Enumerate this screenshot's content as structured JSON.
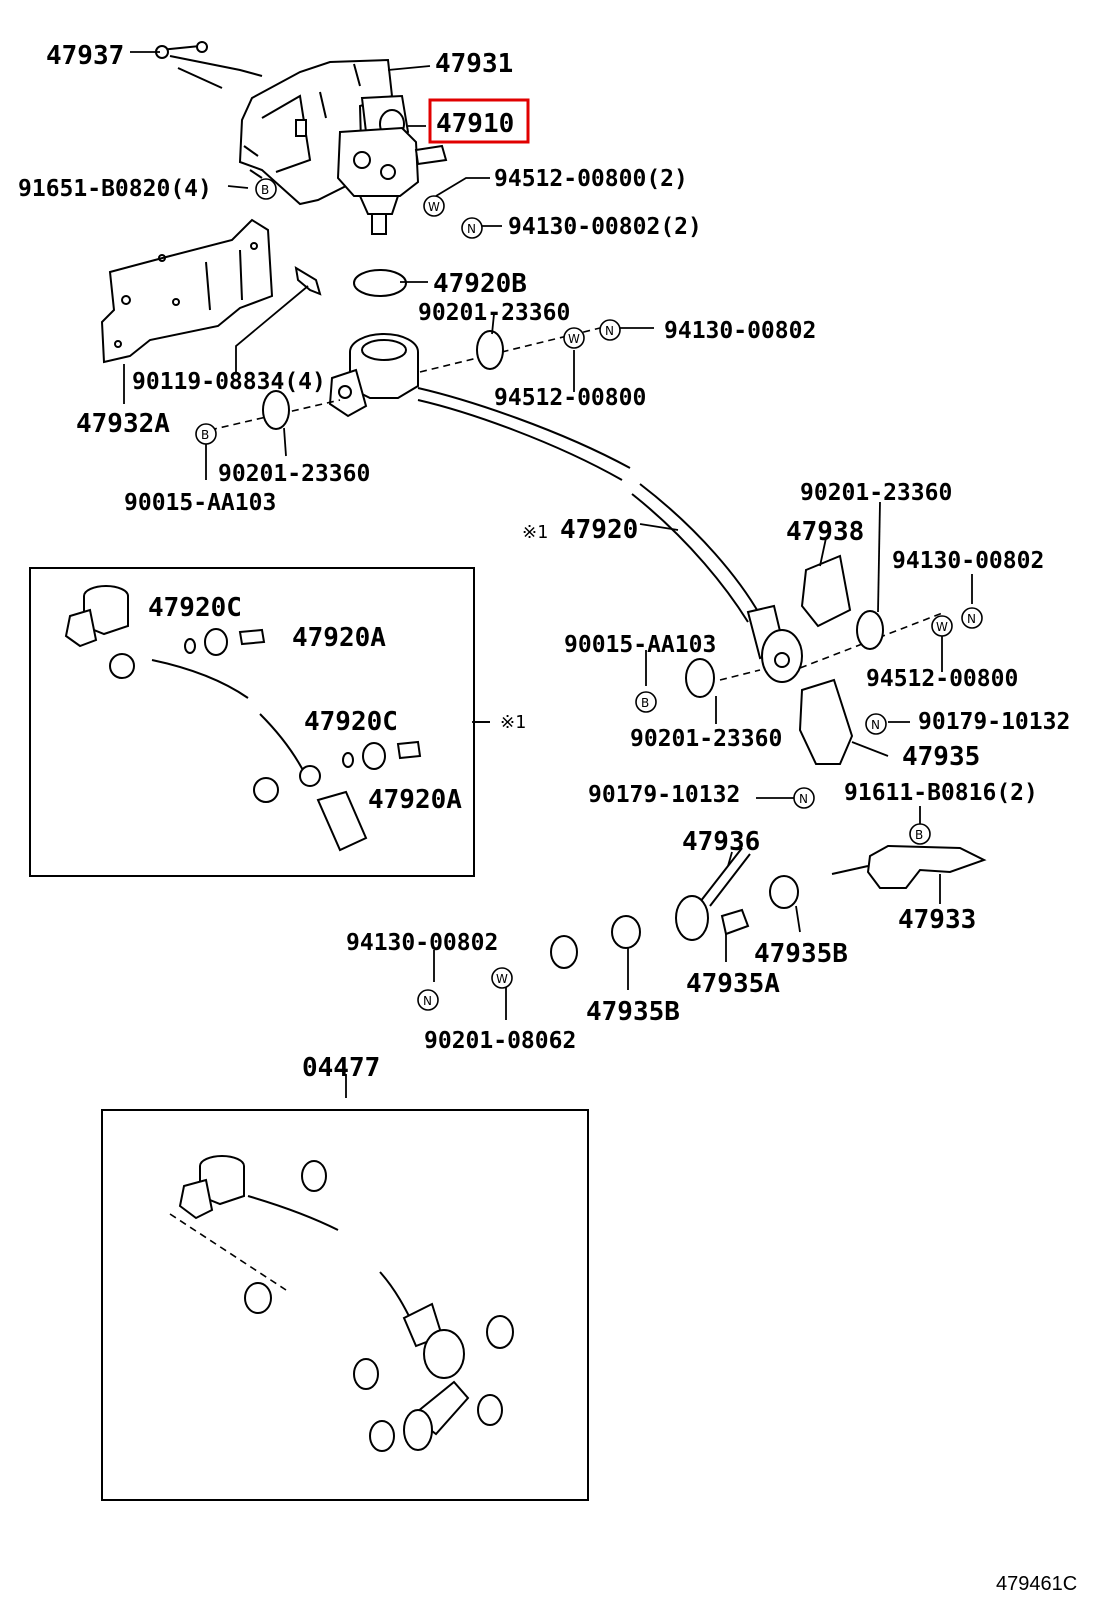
{
  "diagram": {
    "highlighted_part": "47910",
    "diagram_code": "479461C",
    "callout_symbols": [
      "B",
      "W",
      "N"
    ],
    "labels": {
      "p47937": "47937",
      "p47931": "47931",
      "p47910": "47910",
      "p91651": "91651-B0820(4)",
      "p94512_2": "94512-00800(2)",
      "p94130_2": "94130-00802(2)",
      "p47920B": "47920B",
      "p90201_a": "90201-23360",
      "p94130_a": "94130-00802",
      "p90119": "90119-08834(4)",
      "p94512_a": "94512-00800",
      "p47932A": "47932A",
      "p90201_b": "90201-23360",
      "p90015_a": "90015-AA103",
      "p47920": "47920",
      "p47920_mark": "※1",
      "p90201_c": "90201-23360",
      "p47938": "47938",
      "p94130_b": "94130-00802",
      "p90015_b": "90015-AA103",
      "p94512_b": "94512-00800",
      "p90201_d": "90201-23360",
      "p90179_a": "90179-10132",
      "p47935": "47935",
      "p90179_b": "90179-10132",
      "p91611": "91611-B0816(2)",
      "p47936": "47936",
      "p47933": "47933",
      "p94130_c": "94130-00802",
      "p47935B_a": "47935B",
      "p47935A": "47935A",
      "p47935B_b": "47935B",
      "p90201_e": "90201-08062",
      "p04477": "04477",
      "inset1_47920C_a": "47920C",
      "inset1_47920A_a": "47920A",
      "inset1_47920C_b": "47920C",
      "inset1_47920A_b": "47920A",
      "inset1_mark": "※1"
    }
  }
}
